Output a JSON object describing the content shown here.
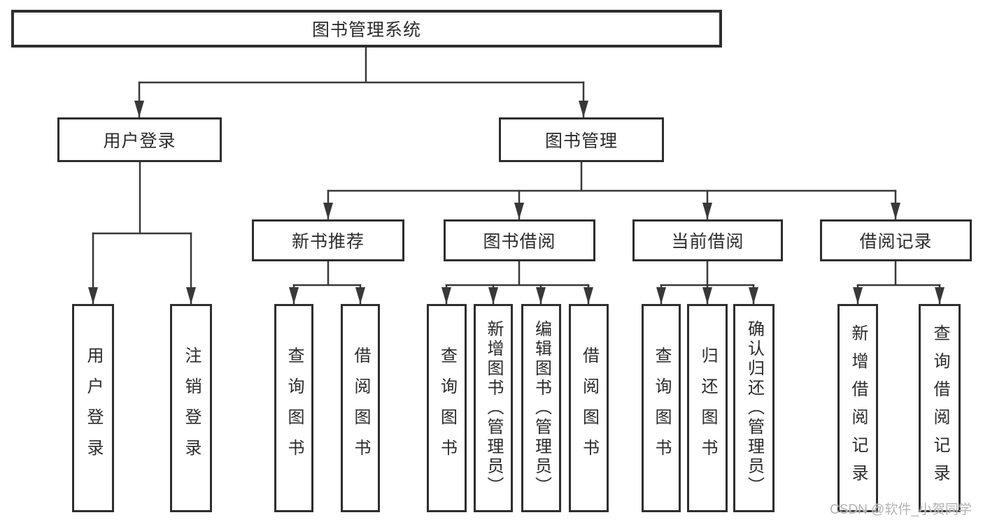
{
  "tree": {
    "label": "图书管理系统",
    "children": [
      {
        "label": "用户登录",
        "children": [
          {
            "label": "用户登录"
          },
          {
            "label": "注销登录"
          }
        ]
      },
      {
        "label": "图书管理",
        "children": [
          {
            "label": "新书推荐",
            "children": [
              {
                "label": "查询图书"
              },
              {
                "label": "借阅图书"
              }
            ]
          },
          {
            "label": "图书借阅",
            "children": [
              {
                "label": "查询图书"
              },
              {
                "label": "新增图书（管理员）"
              },
              {
                "label": "编辑图书（管理员）"
              },
              {
                "label": "借阅图书"
              }
            ]
          },
          {
            "label": "当前借阅",
            "children": [
              {
                "label": "查询图书"
              },
              {
                "label": "归还图书"
              },
              {
                "label": "确认归还（管理员）"
              }
            ]
          },
          {
            "label": "借阅记录",
            "children": [
              {
                "label": "新增借阅记录"
              },
              {
                "label": "查询借阅记录"
              }
            ]
          }
        ]
      }
    ]
  },
  "watermark": {
    "text": "CSDN @软件_小贺同学"
  },
  "colors": {
    "line": "#383838",
    "box_border": "#2e2e2e",
    "text": "#2b2b2b",
    "background": "#ffffff",
    "watermark": "#b3b3b3"
  }
}
